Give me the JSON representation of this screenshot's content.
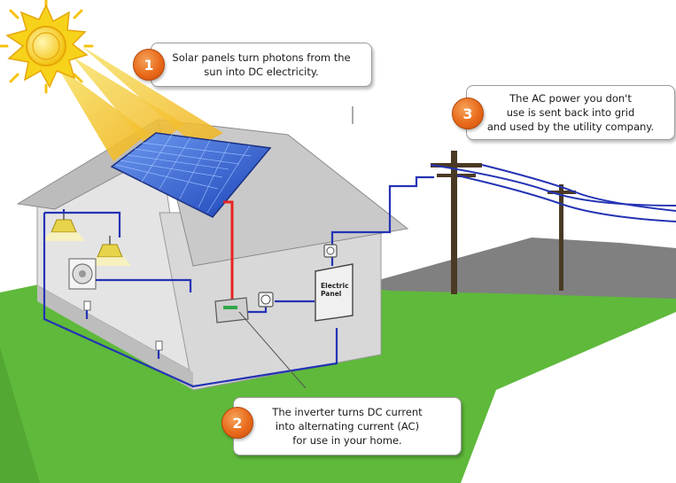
{
  "callouts": [
    {
      "number": "1",
      "lines": [
        "Solar panels turn photons from the",
        "sun into DC electricity."
      ]
    },
    {
      "number": "2",
      "lines": [
        "The inverter turns DC current",
        "into alternating current (AC)",
        "for use in your home."
      ]
    },
    {
      "number": "3",
      "lines": [
        "The AC power you don't",
        "use is sent back into grid",
        "and used by the utility company."
      ]
    }
  ],
  "panel_label": [
    "Electric",
    "Panel"
  ],
  "colors": {
    "grass": "#5fb93b",
    "mountain": "#7a7a7a",
    "wall": "#dcdcdc",
    "roof": "#cfcfcf",
    "solar_panel": "#2f5fd0",
    "dc_wire": "#e8231f",
    "ac_wire": "#2433b4",
    "sun": "#f7d21a",
    "badge": "#e96a1a"
  }
}
